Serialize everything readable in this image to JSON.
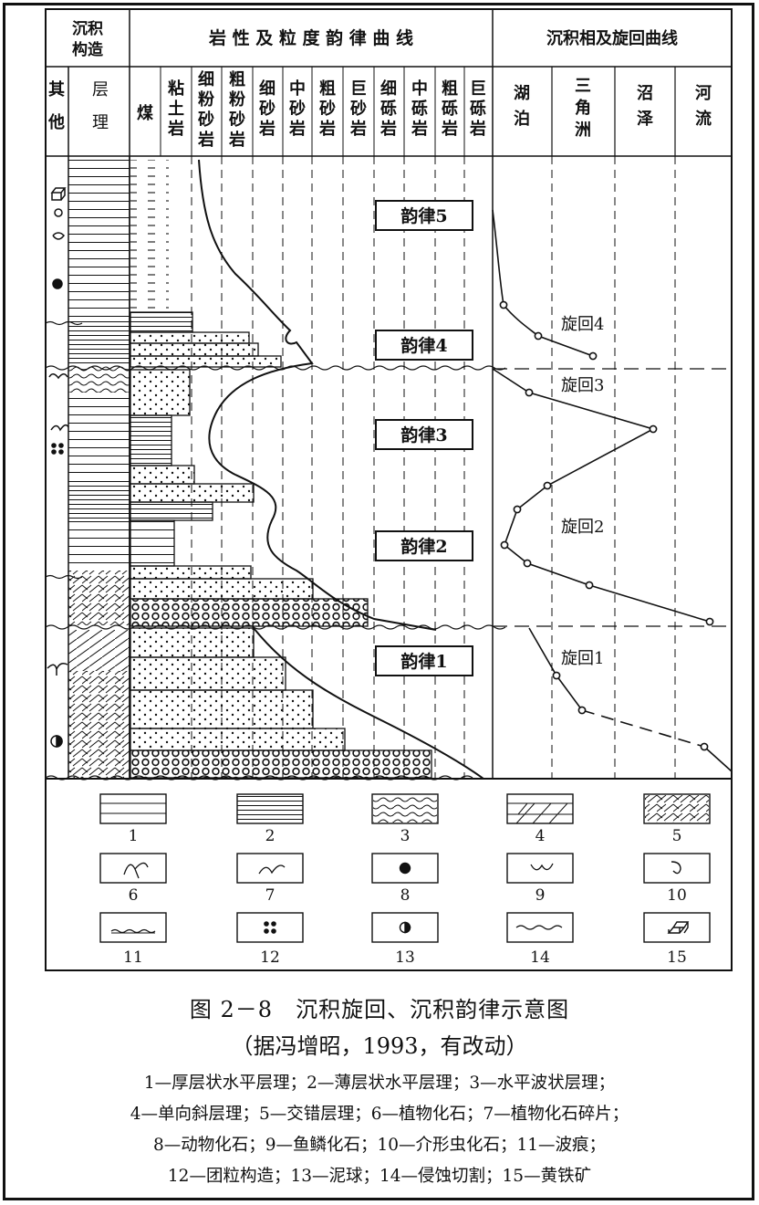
{
  "header": {
    "structure_title": [
      "沉积",
      "构造"
    ],
    "lithology_title": "岩 性 及 粒 度 韵 律 曲 线",
    "facies_title": "沉积相及旋回曲线",
    "other": [
      "其",
      "他"
    ],
    "bedding": [
      "层",
      "理"
    ],
    "rock_columns": [
      [
        "煤"
      ],
      [
        "粘",
        "土",
        "岩"
      ],
      [
        "细",
        "粉",
        "砂",
        "岩"
      ],
      [
        "粗",
        "粉",
        "砂",
        "岩"
      ],
      [
        "细",
        "砂",
        "岩"
      ],
      [
        "中",
        "砂",
        "岩"
      ],
      [
        "粗",
        "砂",
        "岩"
      ],
      [
        "巨",
        "砂",
        "岩"
      ],
      [
        "细",
        "砾",
        "岩"
      ],
      [
        "中",
        "砾",
        "岩"
      ],
      [
        "粗",
        "砾",
        "岩"
      ],
      [
        "巨",
        "砾",
        "岩"
      ]
    ],
    "facies_columns": [
      [
        "湖",
        "泊"
      ],
      [
        "三",
        "角",
        "洲"
      ],
      [
        "沼",
        "泽"
      ],
      [
        "河",
        "流"
      ]
    ]
  },
  "rhythms": [
    "韵律5",
    "韵律4",
    "韵律3",
    "韵律2",
    "韵律1"
  ],
  "cycles": [
    "旋回4",
    "旋回3",
    "旋回2",
    "旋回1"
  ],
  "legend_numbers": [
    "1",
    "2",
    "3",
    "4",
    "5",
    "6",
    "7",
    "8",
    "9",
    "10",
    "11",
    "12",
    "13",
    "14",
    "15"
  ],
  "caption": {
    "title": "图 2－8　沉积旋回、沉积韵律示意图",
    "source": "（据冯增昭，1993，有改动）",
    "legend_lines": [
      "1—厚层状水平层理；2—薄层状水平层理；3—水平波状层理；",
      "4—单向斜层理；5—交错层理；6—植物化石；7—植物化石碎片；",
      "8—动物化石；9—鱼鳞化石；10—介形虫化石；11—波痕；",
      "12—团粒构造；13—泥球；14—侵蚀切割；15—黄铁矿"
    ]
  }
}
